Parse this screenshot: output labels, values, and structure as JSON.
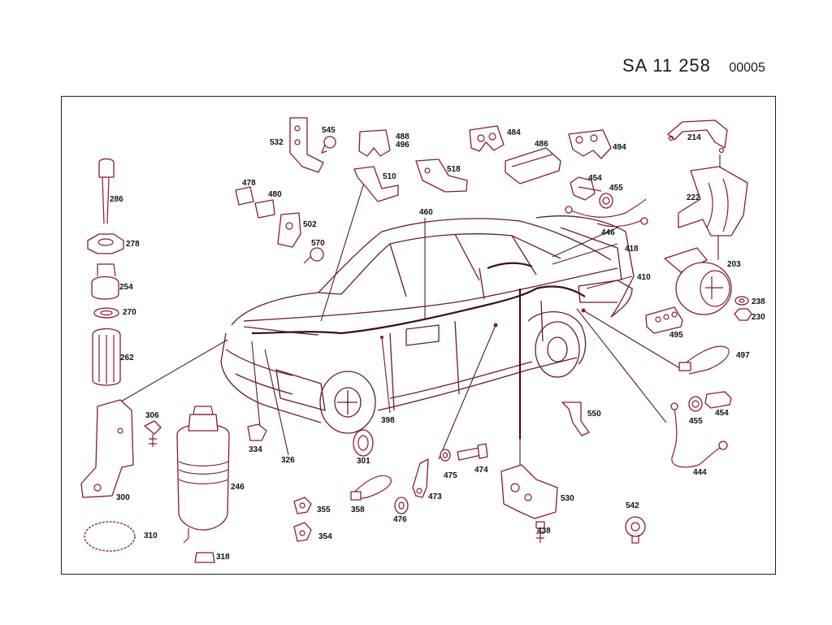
{
  "header": {
    "sa_code": "SA   11 258",
    "sheet": "00005"
  },
  "labels": [
    {
      "id": "545",
      "text": "545"
    },
    {
      "id": "532",
      "text": "532"
    },
    {
      "id": "488",
      "text": "488"
    },
    {
      "id": "496",
      "text": "496"
    },
    {
      "id": "484",
      "text": "484"
    },
    {
      "id": "486",
      "text": "486"
    },
    {
      "id": "494",
      "text": "494"
    },
    {
      "id": "214",
      "text": "214"
    },
    {
      "id": "510",
      "text": "510"
    },
    {
      "id": "518",
      "text": "518"
    },
    {
      "id": "454a",
      "text": "454"
    },
    {
      "id": "455a",
      "text": "455"
    },
    {
      "id": "222",
      "text": "222"
    },
    {
      "id": "286",
      "text": "286"
    },
    {
      "id": "478",
      "text": "478"
    },
    {
      "id": "480",
      "text": "480"
    },
    {
      "id": "460",
      "text": "460"
    },
    {
      "id": "502",
      "text": "502"
    },
    {
      "id": "446",
      "text": "446"
    },
    {
      "id": "278",
      "text": "278"
    },
    {
      "id": "570",
      "text": "570"
    },
    {
      "id": "418",
      "text": "418"
    },
    {
      "id": "203",
      "text": "203"
    },
    {
      "id": "254",
      "text": "254"
    },
    {
      "id": "410",
      "text": "410"
    },
    {
      "id": "238",
      "text": "238"
    },
    {
      "id": "270",
      "text": "270"
    },
    {
      "id": "230",
      "text": "230"
    },
    {
      "id": "495",
      "text": "495"
    },
    {
      "id": "262",
      "text": "262"
    },
    {
      "id": "497",
      "text": "497"
    },
    {
      "id": "455b",
      "text": "455"
    },
    {
      "id": "454b",
      "text": "454"
    },
    {
      "id": "306",
      "text": "306"
    },
    {
      "id": "550",
      "text": "550"
    },
    {
      "id": "398",
      "text": "398"
    },
    {
      "id": "334",
      "text": "334"
    },
    {
      "id": "326",
      "text": "326"
    },
    {
      "id": "246",
      "text": "246"
    },
    {
      "id": "301",
      "text": "301"
    },
    {
      "id": "475",
      "text": "475"
    },
    {
      "id": "474",
      "text": "474"
    },
    {
      "id": "444",
      "text": "444"
    },
    {
      "id": "300",
      "text": "300"
    },
    {
      "id": "473",
      "text": "473"
    },
    {
      "id": "530",
      "text": "530"
    },
    {
      "id": "355",
      "text": "355"
    },
    {
      "id": "358",
      "text": "358"
    },
    {
      "id": "476",
      "text": "476"
    },
    {
      "id": "542",
      "text": "542"
    },
    {
      "id": "310",
      "text": "310"
    },
    {
      "id": "354",
      "text": "354"
    },
    {
      "id": "438",
      "text": "438"
    },
    {
      "id": "318",
      "text": "318"
    }
  ]
}
